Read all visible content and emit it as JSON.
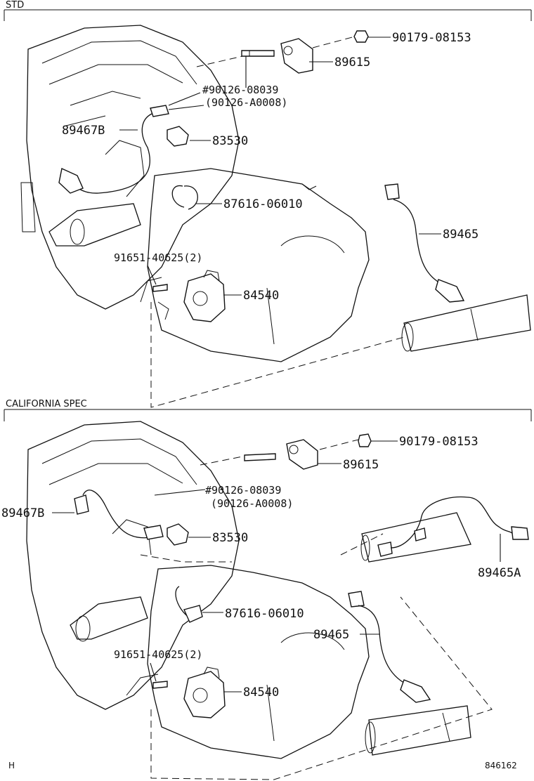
{
  "sections": {
    "std": "STD",
    "california": "CALIFORNIA SPEC"
  },
  "std_labels": {
    "p90179": "90179-08153",
    "p89615": "89615",
    "p90126": "#90126-08039",
    "p90126b": "(90126-A0008)",
    "p89467B": "89467B",
    "p83530": "83530",
    "p87616": "87616-06010",
    "p89465": "89465",
    "p91651": "91651-40625(2)",
    "p84540": "84540"
  },
  "cal_labels": {
    "p90179": "90179-08153",
    "p89615": "89615",
    "p90126": "#90126-08039",
    "p90126b": "(90126-A0008)",
    "p89467B": "89467B",
    "p83530": "83530",
    "p87616": "87616-06010",
    "p89465A": "89465A",
    "p89465": "89465",
    "p91651": "91651-40625(2)",
    "p84540": "84540"
  },
  "footer": {
    "left": "H",
    "right": "846162"
  }
}
